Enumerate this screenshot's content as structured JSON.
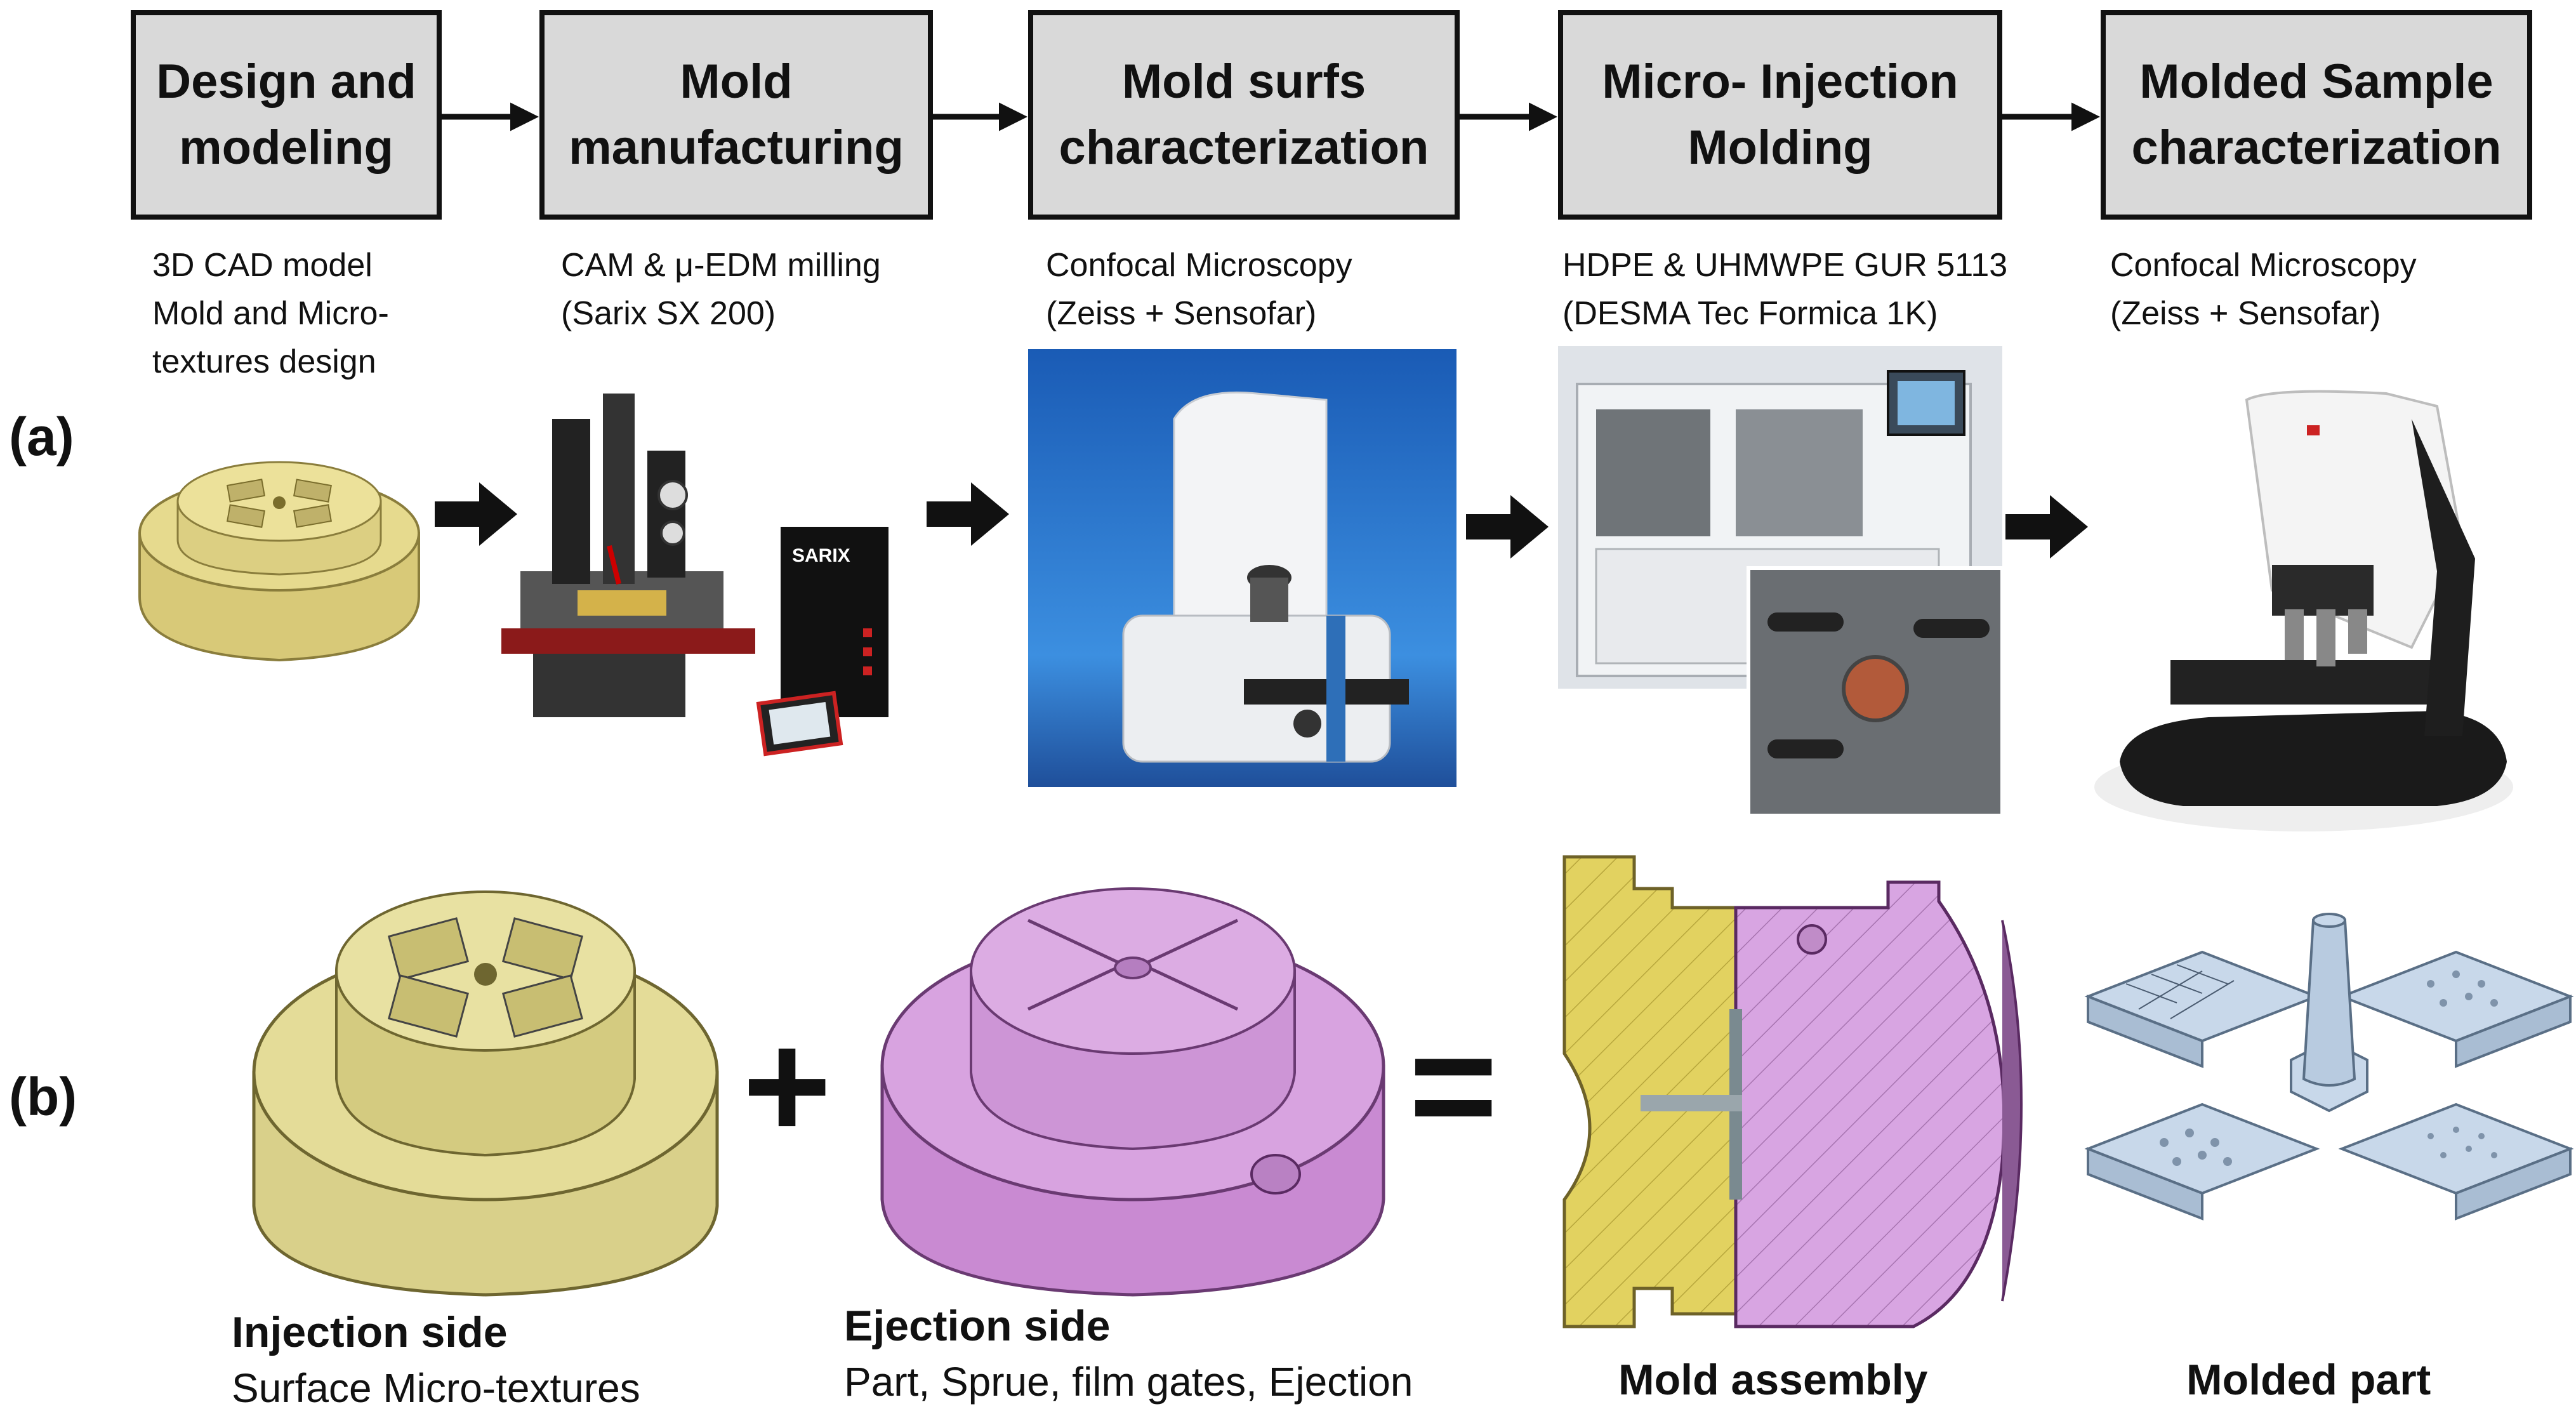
{
  "process": {
    "stages": [
      {
        "title": "Design and\nmodeling",
        "desc": "3D CAD model\nMold and Micro-\ntextures design"
      },
      {
        "title": "Mold\nmanufacturing",
        "desc": "CAM & μ-EDM milling\n(Sarix SX 200)"
      },
      {
        "title": "Mold surfs\ncharacterization",
        "desc": "Confocal Microscopy\n(Zeiss + Sensofar)"
      },
      {
        "title": "Micro- Injection\nMolding",
        "desc": "HDPE & UHMWPE GUR 5113\n(DESMA Tec Formica 1K)"
      },
      {
        "title": "Molded Sample\ncharacterization",
        "desc": "Confocal Microscopy\n(Zeiss + Sensofar)"
      }
    ]
  },
  "row_a": {
    "label": "(a)",
    "machine_brand": "SARIX"
  },
  "row_b": {
    "label": "(b)",
    "injection": {
      "title": "Injection side",
      "subtitle": "Surface Micro-textures"
    },
    "ejection": {
      "title": "Ejection side",
      "subtitle": "Part, Sprue, film gates, Ejection"
    },
    "plus": "+",
    "equals": "=",
    "assembly": {
      "title": "Mold assembly"
    },
    "part": {
      "title": "Molded part"
    }
  },
  "colors": {
    "box_fill": "#d9d9d9",
    "injection_yellow": "#e6e08a",
    "ejection_pink": "#d8a0e0",
    "part_blue": "#c6d6e8",
    "photo_blue": "#2f7fd0"
  }
}
